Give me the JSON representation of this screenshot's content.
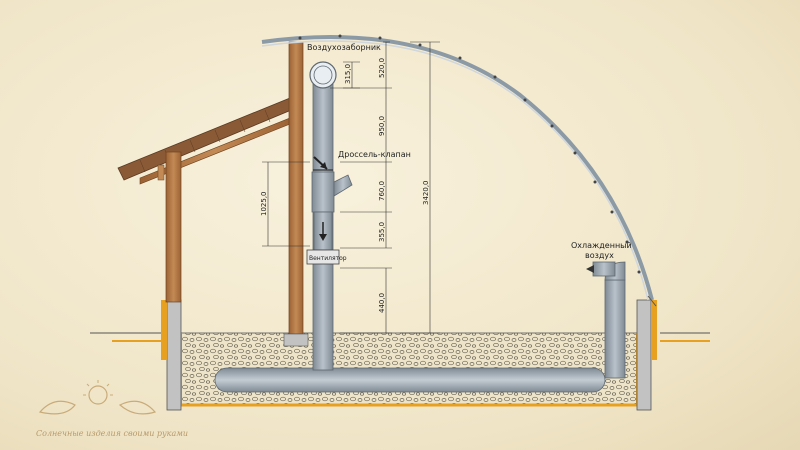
{
  "labels": {
    "intake": "Воздухозаборник",
    "throttle": "Дроссель-клапан",
    "fan": "Вентилятор",
    "cooled_line1": "Охлажденный",
    "cooled_line2": "воздух"
  },
  "dimensions": {
    "d315": "315,0",
    "d520": "520,0",
    "d950": "950,0",
    "d760": "760,0",
    "d355": "355,0",
    "d440": "440,0",
    "d1025": "1025,0",
    "d3420": "3420,0"
  },
  "watermark": "Солнечные изделия своими руками",
  "colors": {
    "pipe": "#9aa4ae",
    "wood": "#b87d48",
    "foundation": "#bdbdbd",
    "gravel": "#ece3c8",
    "orange": "#e8a020"
  }
}
